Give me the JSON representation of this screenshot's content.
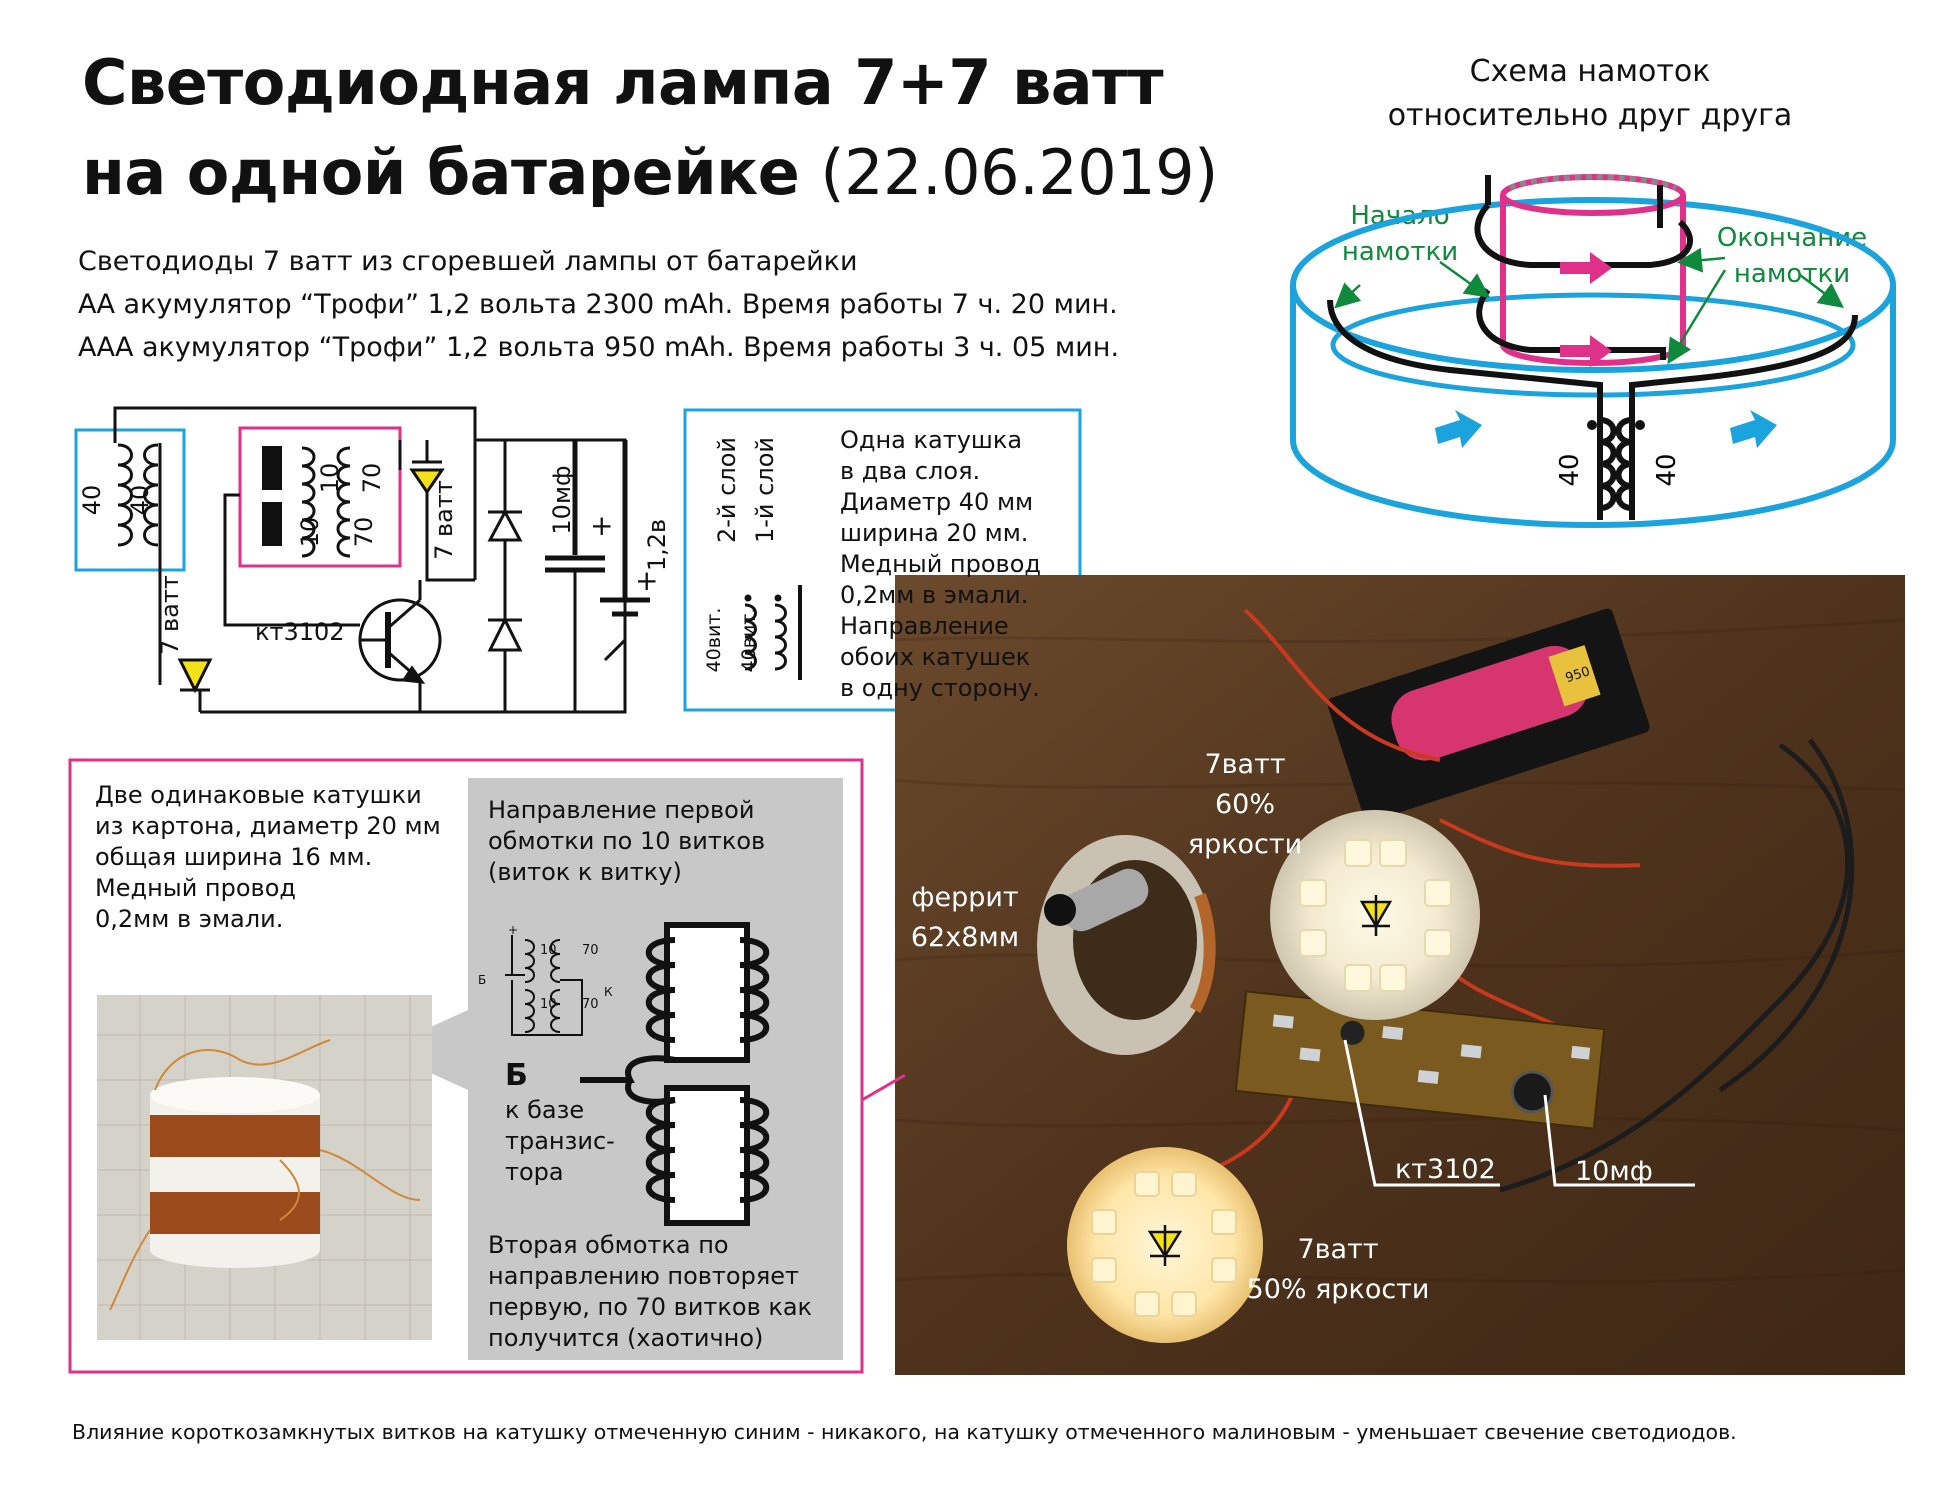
{
  "title": {
    "line1": "Светодиодная лампа 7+7 ватт",
    "line2": "на одной батарейке",
    "date": "(22.06.2019)"
  },
  "description": [
    "Светодиоды 7 ватт из сгоревшей лампы от батарейки",
    "АА акумулятор “Трофи” 1,2 вольта 2300 mAh.  Время работы 7 ч. 20 мин.",
    "ААА акумулятор “Трофи” 1,2 вольта 950 mAh.  Время работы 3 ч. 05 мин."
  ],
  "schema": {
    "title_line1": "Схема намоток",
    "title_line2": "относительно друг друга",
    "start_label_1": "Начало",
    "start_label_2": "намотки",
    "end_label_1": "Окончание",
    "end_label_2": "намотки",
    "turns_left": "40",
    "turns_right": "40"
  },
  "circuit": {
    "coil_blue_1": "40",
    "coil_blue_2": "40",
    "coil_pink_10a": "10",
    "coil_pink_10b": "10",
    "coil_pink_70a": "70",
    "coil_pink_70b": "70",
    "led_left": "7 ватт",
    "led_right": "7 ватт",
    "transistor": "кт3102",
    "capacitor": "10мф",
    "battery": "1,2в",
    "plus1": "+",
    "plus2": "+"
  },
  "coil_info": {
    "layer2": "2-й слой",
    "layer1": "1-й слой",
    "turns2": "40вит.",
    "turns1": "40вит.",
    "lines": [
      "Одна катушка",
      "в два слоя.",
      "Диаметр 40 мм",
      "ширина 20 мм.",
      "Медный провод",
      "0,2мм в эмали.",
      "Направление",
      "обоих катушек",
      "в одну сторону."
    ]
  },
  "pink_box": {
    "lines": [
      "Две одинаковые катушки",
      "из картона, диаметр 20 мм",
      "общая ширина 16 мм.",
      "Медный провод",
      "0,2мм в эмали."
    ],
    "gray_top": [
      "Направление первой",
      "обмотки по 10 витков",
      "(виток к витку)"
    ],
    "b_label": "Б",
    "b_lines": [
      "к базе",
      "транзис-",
      "тора"
    ],
    "gray_bottom": [
      "Вторая обмотка по",
      "направлению повторяет",
      "первую, по 70 витков как",
      "получится (хаотично)"
    ],
    "mini_b": "Б",
    "mini_k": "К",
    "mini_plus": "+",
    "mini_10a": "10",
    "mini_10b": "10",
    "mini_70a": "70",
    "mini_70b": "70"
  },
  "photo": {
    "led_top_1": "7ватт",
    "led_top_2": "60% яркости",
    "ferrite_1": "феррит",
    "ferrite_2": "62х8мм",
    "led_bottom_1": "7ватт",
    "led_bottom_2": "50% яркости",
    "transistor": "кт3102",
    "capacitor": "10мф",
    "battery_text": "950"
  },
  "footer": "Влияние короткозамкнутых витков на катушку отмеченную синим - никакого, на катушку отмеченного малиновым - уменьшает свечение светодиодов.",
  "colors": {
    "blue": "#1aa3dd",
    "magenta": "#e0318a",
    "green": "#0f8a3c",
    "yellow": "#f5e11a",
    "gray_box": "#c8c8c8",
    "wood": "#5a3a22"
  }
}
